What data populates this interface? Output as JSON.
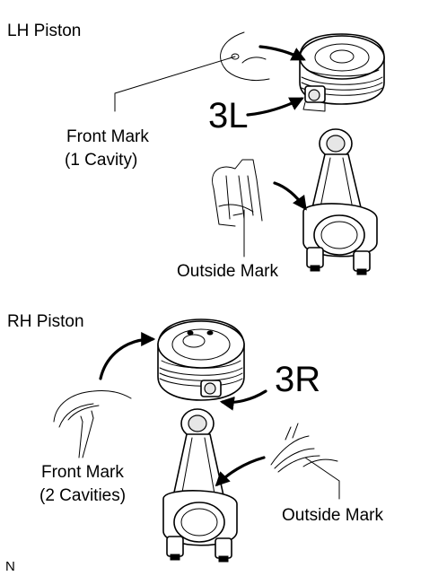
{
  "lh": {
    "title": "LH Piston",
    "size_mark": "3L",
    "front_mark_line1": "Front Mark",
    "front_mark_line2": "(1 Cavity)",
    "outside_mark": "Outside Mark"
  },
  "rh": {
    "title": "RH Piston",
    "size_mark": "3R",
    "front_mark_line1": "Front Mark",
    "front_mark_line2": "(2 Cavities)",
    "outside_mark": "Outside Mark"
  },
  "corner_letter": "N"
}
